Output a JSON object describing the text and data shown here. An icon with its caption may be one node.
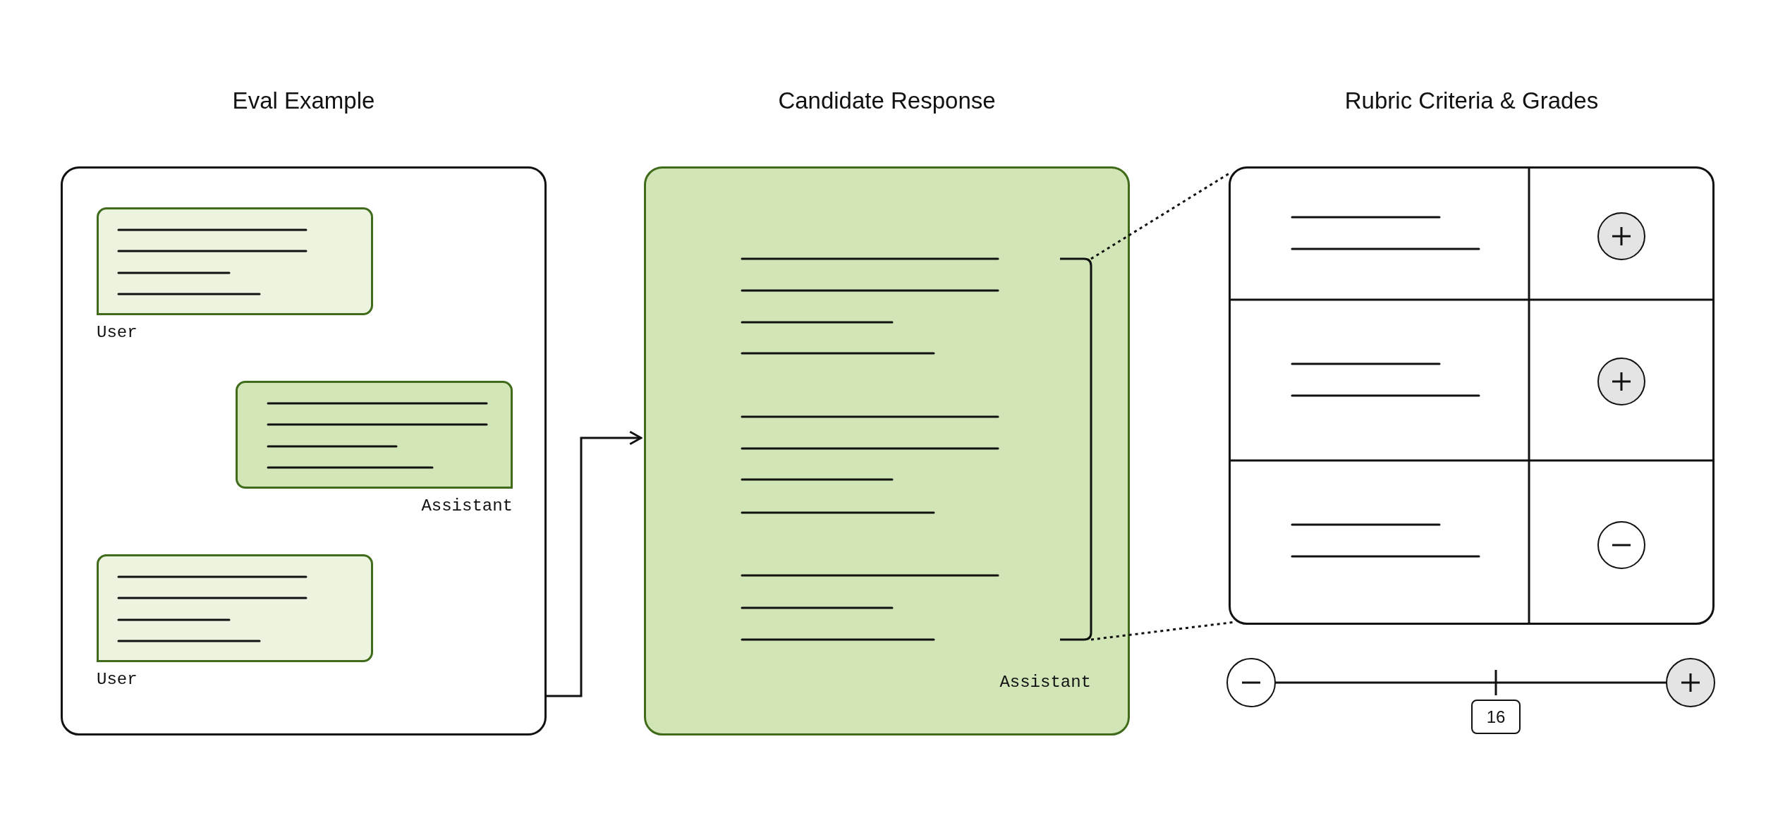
{
  "diagram": {
    "nodes": [
      {
        "text": [
          "Eval Example"
        ]
      },
      {
        "text": [],
        "shape": "box",
        "in": 0,
        "beside": [
          "User"
        ]
      },
      {
        "text": [],
        "shape": "box",
        "in": 0,
        "beside": [
          "Assistant"
        ]
      },
      {
        "text": [],
        "shape": "box",
        "in": 0,
        "beside": [
          "User"
        ]
      },
      {
        "text": [
          "Candidate Response",
          "Assistant"
        ]
      },
      {
        "text": [
          "Rubric Criteria & Grades"
        ]
      },
      {
        "text": [
          "16"
        ]
      }
    ],
    "edges": [
      {
        "from": 0,
        "to": 4,
        "arrow": "to"
      },
      {
        "from": 4,
        "to": 5,
        "arrow": "none",
        "style": "dashed"
      },
      {
        "from": 4,
        "to": 5,
        "arrow": "none",
        "style": "dashed"
      }
    ]
  }
}
